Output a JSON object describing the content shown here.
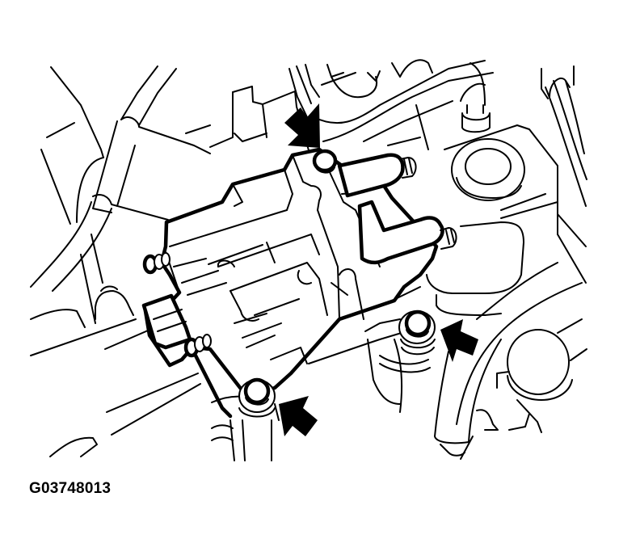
{
  "figure": {
    "caption_code": "G03748013",
    "subject": "ignition coil pack mounting",
    "callouts": [
      {
        "id": "arrow-top",
        "points_to": "upper mounting bolt"
      },
      {
        "id": "arrow-right",
        "points_to": "right mounting bolt"
      },
      {
        "id": "arrow-bottom",
        "points_to": "lower mounting bolt"
      }
    ],
    "colors": {
      "line": "#000000",
      "background": "#ffffff"
    }
  }
}
